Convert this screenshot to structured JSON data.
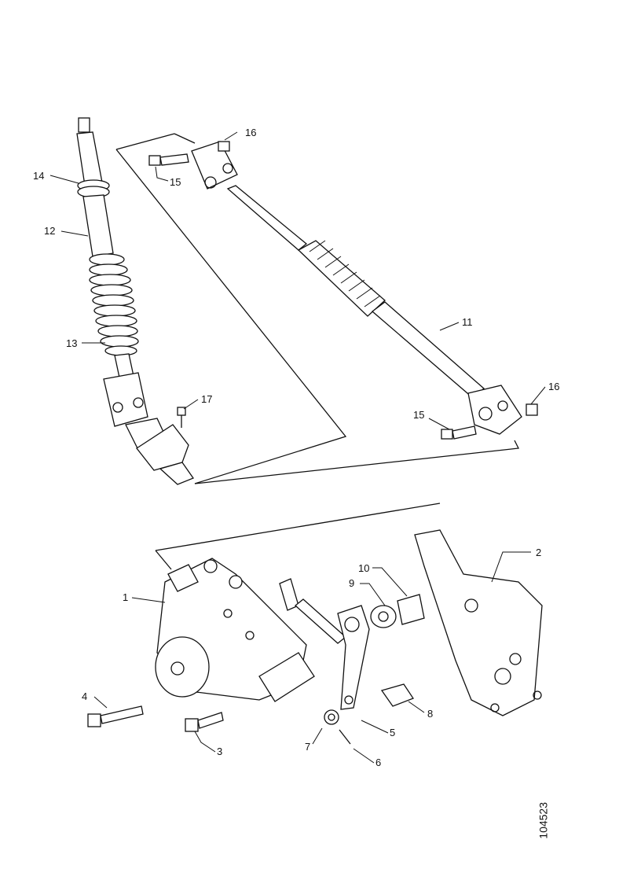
{
  "drawing_id": "104523",
  "callouts": {
    "c1": "1",
    "c2": "2",
    "c3": "3",
    "c4": "4",
    "c5": "5",
    "c6": "6",
    "c7": "7",
    "c8": "8",
    "c9": "9",
    "c10": "10",
    "c11": "11",
    "c12": "12",
    "c13": "13",
    "c14": "14",
    "c15a": "15",
    "c15b": "15",
    "c16a": "16",
    "c16b": "16",
    "c17": "17"
  }
}
